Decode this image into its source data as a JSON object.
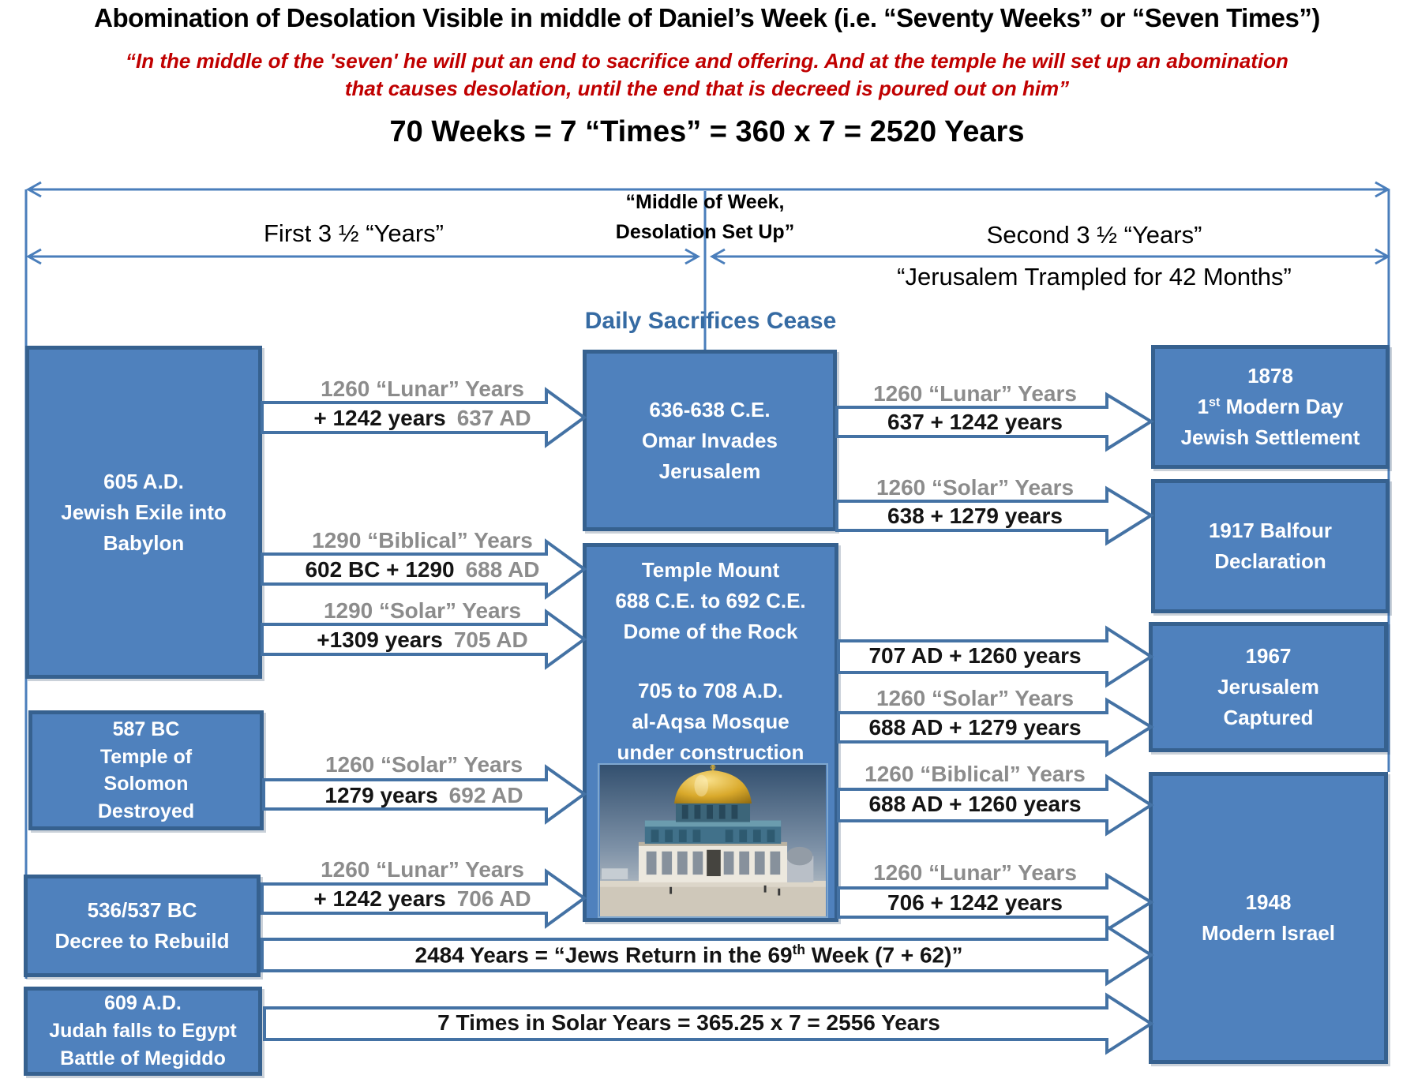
{
  "header": {
    "title": "Abomination of Desolation Visible in middle of Daniel’s Week (i.e. “Seventy Weeks” or “Seven Times”)",
    "quote_line1": "“In the middle of the 'seven' he will put an end to sacrifice and offering. And at the temple he will set up an abomination",
    "quote_line2": "that causes desolation, until the end that is decreed is poured out on him”",
    "equation": "70 Weeks = 7 “Times” =  360 x 7  = 2520 Years"
  },
  "timeline": {
    "first_half": "First 3 ½ “Years”",
    "middle_line1": "“Middle of Week,",
    "middle_line2": "Desolation Set Up”",
    "second_half": "Second 3 ½ “Years”",
    "trampled": "“Jerusalem Trampled for 42 Months”",
    "sacrifices": "Daily Sacrifices Cease"
  },
  "boxes": {
    "exile": {
      "line1": "605 A.D.",
      "line2": "Jewish Exile into",
      "line3": "Babylon"
    },
    "temple_destroyed": {
      "line1": "587 BC",
      "line2": "Temple of",
      "line3": "Solomon",
      "line4": "Destroyed"
    },
    "decree": {
      "line1": "536/537 BC",
      "line2": "Decree to Rebuild"
    },
    "megiddo": {
      "line1": "609 A.D.",
      "line2": "Judah falls to Egypt",
      "line3": "Battle of Megiddo"
    },
    "omar": {
      "line1": "636-638 C.E.",
      "line2": "Omar Invades",
      "line3": "Jerusalem"
    },
    "temple_mount": {
      "line1": "Temple Mount",
      "line2": "688 C.E. to 692 C.E.",
      "line3": "Dome of the Rock",
      "line4": "705 to 708 A.D.",
      "line5": "al-Aqsa Mosque",
      "line6": "under construction",
      "photo_alt": "Dome of the Rock"
    },
    "settlement": {
      "line1": "1878",
      "line2_num": "1",
      "line2_sup": "st",
      "line2_rest": " Modern Day",
      "line3": "Jewish Settlement"
    },
    "balfour": {
      "line1": "1917 Balfour",
      "line2": "Declaration"
    },
    "captured": {
      "line1": "1967",
      "line2": "Jerusalem",
      "line3": "Captured"
    },
    "israel": {
      "line1": "1948",
      "line2": "Modern Israel"
    }
  },
  "left_arrows": [
    {
      "label": "1260 “Lunar” Years",
      "value": "+ 1242 years",
      "date": "637 AD"
    },
    {
      "label": "1290 “Biblical” Years",
      "value": "602 BC + 1290",
      "date": "688 AD"
    },
    {
      "label": "1290 “Solar” Years",
      "value": "+1309 years",
      "date": "705 AD"
    },
    {
      "label": "1260 “Solar” Years",
      "value": "1279 years",
      "date": "692 AD"
    },
    {
      "label": "1260 “Lunar” Years",
      "value": "+ 1242 years",
      "date": "706 AD"
    }
  ],
  "right_arrows": [
    {
      "label": "1260 “Lunar” Years",
      "value": "637 + 1242 years"
    },
    {
      "label": "1260 “Solar” Years",
      "value": "638 + 1279 years"
    },
    {
      "label": "",
      "value": "707 AD + 1260 years"
    },
    {
      "label": "1260 “Solar” Years",
      "value": "688 AD  + 1279 years"
    },
    {
      "label": "1260 “Biblical” Years",
      "value": "688 AD  + 1260 years"
    },
    {
      "label": "1260 “Lunar” Years",
      "value": "706 + 1242 years"
    }
  ],
  "long_arrows": {
    "jews_return": {
      "a": "2484 Years = “Jews Return in the 69",
      "sup": "th",
      "b": " Week (7 + 62)”"
    },
    "seven_times": {
      "text": "7 Times in Solar Years = 365.25 x 7 = 2556 Years"
    }
  },
  "colors": {
    "box_fill": "#4F81BD",
    "box_border": "#36618F",
    "arrow_outline": "#4472A4",
    "timeline": "#4A7EBB",
    "accent_red": "#C00000",
    "gray_label": "#8C8C8C",
    "sacrifices_blue": "#366BA3"
  }
}
